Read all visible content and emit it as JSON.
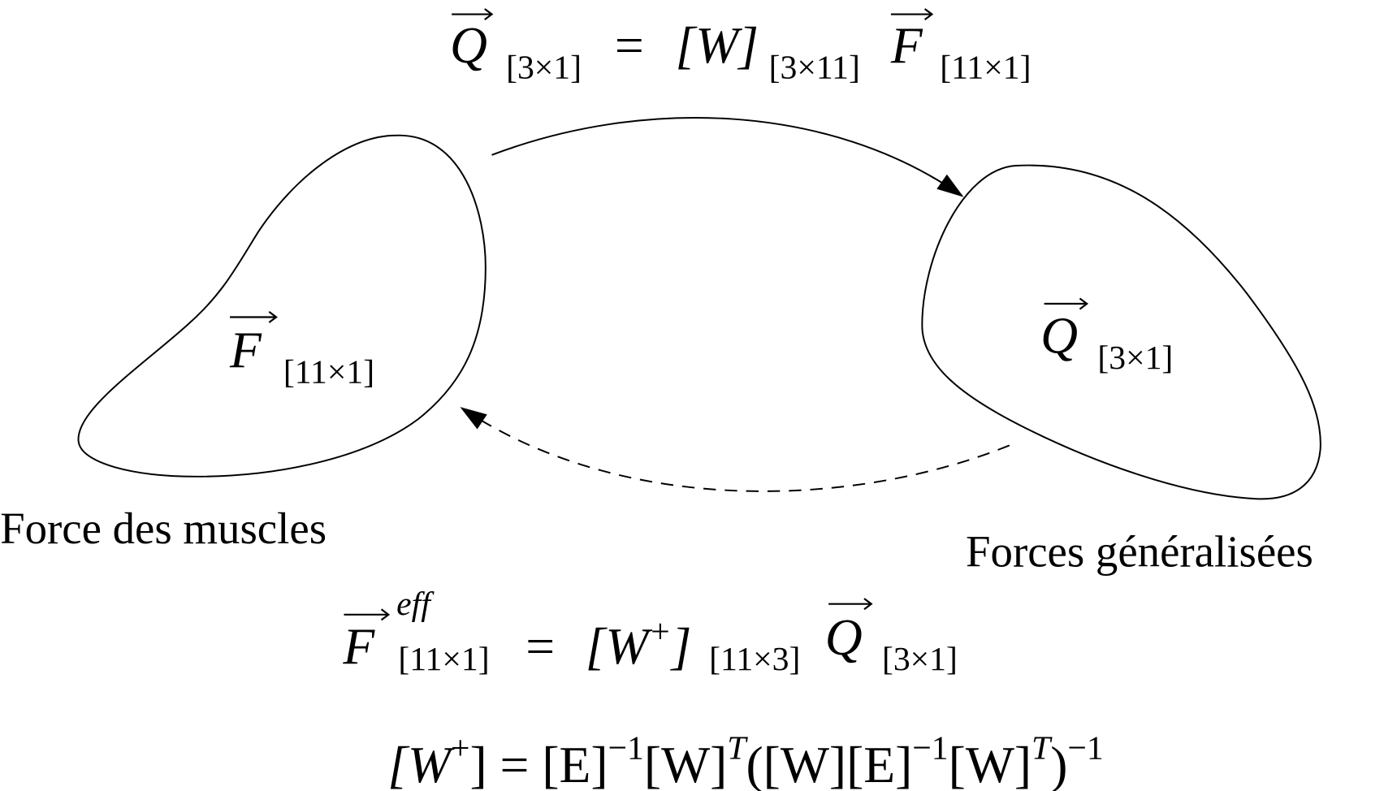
{
  "equations": {
    "forward": {
      "lhs": "Q",
      "lhs_sub": "[3×1]",
      "eq": "=",
      "mat": "[W]",
      "mat_sub": "[3×11]",
      "rhs": "F",
      "rhs_sub": "[11×1]"
    },
    "inverse": {
      "lhs": "F",
      "lhs_sup": "eff",
      "lhs_sub": "[11×1]",
      "eq": "=",
      "mat_open": "[W",
      "mat_plus": "+",
      "mat_close": "]",
      "mat_sub": "[11×3]",
      "rhs": "Q",
      "rhs_sub": "[3×1]"
    },
    "pseudoinverse": {
      "p1": "[W",
      "p2": "+",
      "p3": "] = [E]",
      "p4": "−1",
      "p5": "[W]",
      "p6": "T",
      "p7": "([W][E]",
      "p8": "−1",
      "p9": "[W]",
      "p10": "T",
      "p11": ")",
      "p12": "−1"
    }
  },
  "sets": {
    "muscles": {
      "symbol": "F",
      "sub": "[11×1]",
      "label": "Force des muscles"
    },
    "generalized": {
      "symbol": "Q",
      "sub": "[3×1]",
      "label": "Forces généralisées"
    }
  }
}
